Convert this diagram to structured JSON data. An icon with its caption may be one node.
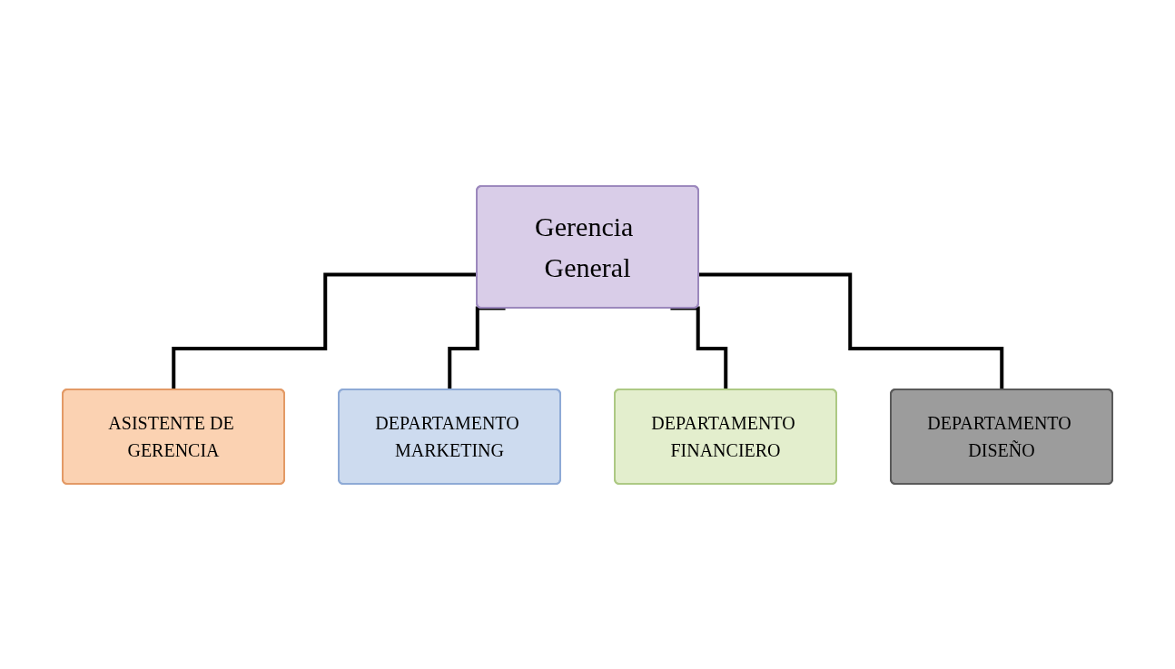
{
  "diagram": {
    "nodes": [
      {
        "text": [
          "Gerencia General"
        ]
      },
      {
        "text": [
          "ASISTENTE DE GERENCIA"
        ]
      },
      {
        "text": [
          "DEPARTAMENTO MARKETING"
        ]
      },
      {
        "text": [
          "DEPARTAMENTO FINANCIERO"
        ]
      },
      {
        "text": [
          "DEPARTAMENTO DISEÑO"
        ]
      }
    ],
    "edges": [
      {
        "from": 0,
        "to": 1,
        "arrow": "none"
      },
      {
        "from": 0,
        "to": 2,
        "arrow": "none"
      },
      {
        "from": 0,
        "to": 3,
        "arrow": "none"
      },
      {
        "from": 0,
        "to": 4,
        "arrow": "none"
      }
    ]
  }
}
